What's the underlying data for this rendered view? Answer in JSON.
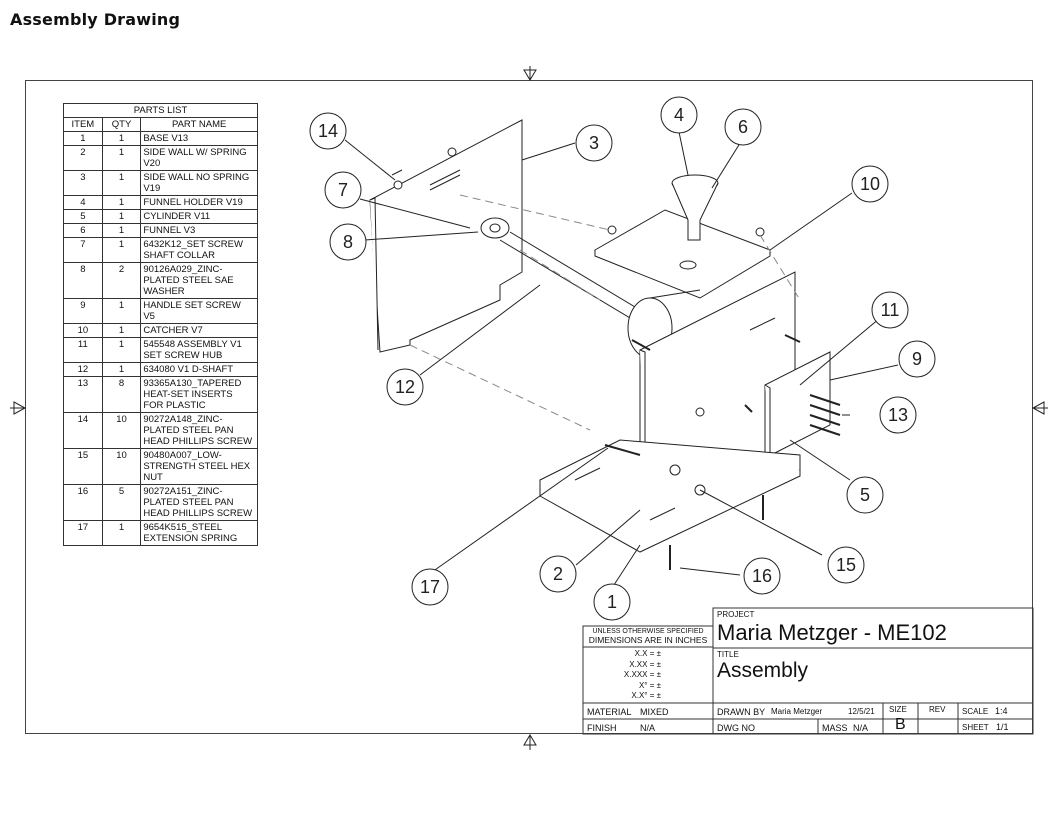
{
  "page_title": "Assembly Drawing",
  "parts_list": {
    "title": "PARTS LIST",
    "headers": [
      "ITEM",
      "QTY",
      "PART NAME"
    ],
    "rows": [
      {
        "item": "1",
        "qty": "1",
        "name": "BASE V13"
      },
      {
        "item": "2",
        "qty": "1",
        "name": "SIDE WALL W/ SPRING V20"
      },
      {
        "item": "3",
        "qty": "1",
        "name": "SIDE WALL NO SPRING V19"
      },
      {
        "item": "4",
        "qty": "1",
        "name": "FUNNEL HOLDER V19"
      },
      {
        "item": "5",
        "qty": "1",
        "name": "CYLINDER V11"
      },
      {
        "item": "6",
        "qty": "1",
        "name": "FUNNEL V3"
      },
      {
        "item": "7",
        "qty": "1",
        "name": "6432K12_SET SCREW SHAFT COLLAR"
      },
      {
        "item": "8",
        "qty": "2",
        "name": "90126A029_ZINC-PLATED STEEL SAE WASHER"
      },
      {
        "item": "9",
        "qty": "1",
        "name": "HANDLE SET SCREW V5"
      },
      {
        "item": "10",
        "qty": "1",
        "name": "CATCHER V7"
      },
      {
        "item": "11",
        "qty": "1",
        "name": "545548 ASSEMBLY V1 SET SCREW HUB"
      },
      {
        "item": "12",
        "qty": "1",
        "name": "634080 V1 D-SHAFT"
      },
      {
        "item": "13",
        "qty": "8",
        "name": "93365A130_TAPERED HEAT-SET INSERTS FOR PLASTIC"
      },
      {
        "item": "14",
        "qty": "10",
        "name": "90272A148_ZINC-PLATED STEEL PAN HEAD PHILLIPS SCREW"
      },
      {
        "item": "15",
        "qty": "10",
        "name": "90480A007_LOW-STRENGTH STEEL HEX NUT"
      },
      {
        "item": "16",
        "qty": "5",
        "name": "90272A151_ZINC-PLATED STEEL PAN HEAD PHILLIPS SCREW"
      },
      {
        "item": "17",
        "qty": "1",
        "name": "9654K515_STEEL EXTENSION SPRING"
      }
    ]
  },
  "balloons": [
    "1",
    "2",
    "3",
    "4",
    "5",
    "6",
    "7",
    "8",
    "9",
    "10",
    "11",
    "12",
    "13",
    "14",
    "15",
    "16",
    "17"
  ],
  "title_block": {
    "tolerance_note_1": "UNLESS OTHERWISE SPECIFIED",
    "tolerance_note_2": "DIMENSIONS ARE IN INCHES",
    "tol_lines": [
      "X.X = ±",
      "X.XX = ±",
      "X.XXX = ±",
      "X° = ±",
      "X.X° = ±"
    ],
    "project_label": "PROJECT",
    "project": "Maria Metzger - ME102",
    "title_label": "TITLE",
    "title": "Assembly",
    "material_label": "MATERIAL",
    "material": "MIXED",
    "finish_label": "FINISH",
    "finish": "N/A",
    "drawn_by_label": "DRAWN BY",
    "drawn_by": "Maria Metzger",
    "date": "12/5/21",
    "size_label": "SIZE",
    "size": "B",
    "rev_label": "REV",
    "scale_label": "SCALE",
    "scale": "1:4",
    "dwg_no_label": "DWG NO",
    "mass_label": "MASS",
    "mass": "N/A",
    "sheet_label": "SHEET",
    "sheet": "1/1"
  }
}
